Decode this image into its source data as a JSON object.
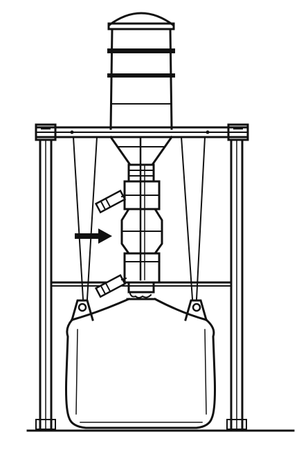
{
  "diagram": {
    "ink_color": "#111111",
    "background_color": "#ffffff",
    "parts": [
      "discharge-hopper",
      "support-frame",
      "valve",
      "flow-arrow",
      "bulk-bag",
      "lifting-loops"
    ]
  }
}
